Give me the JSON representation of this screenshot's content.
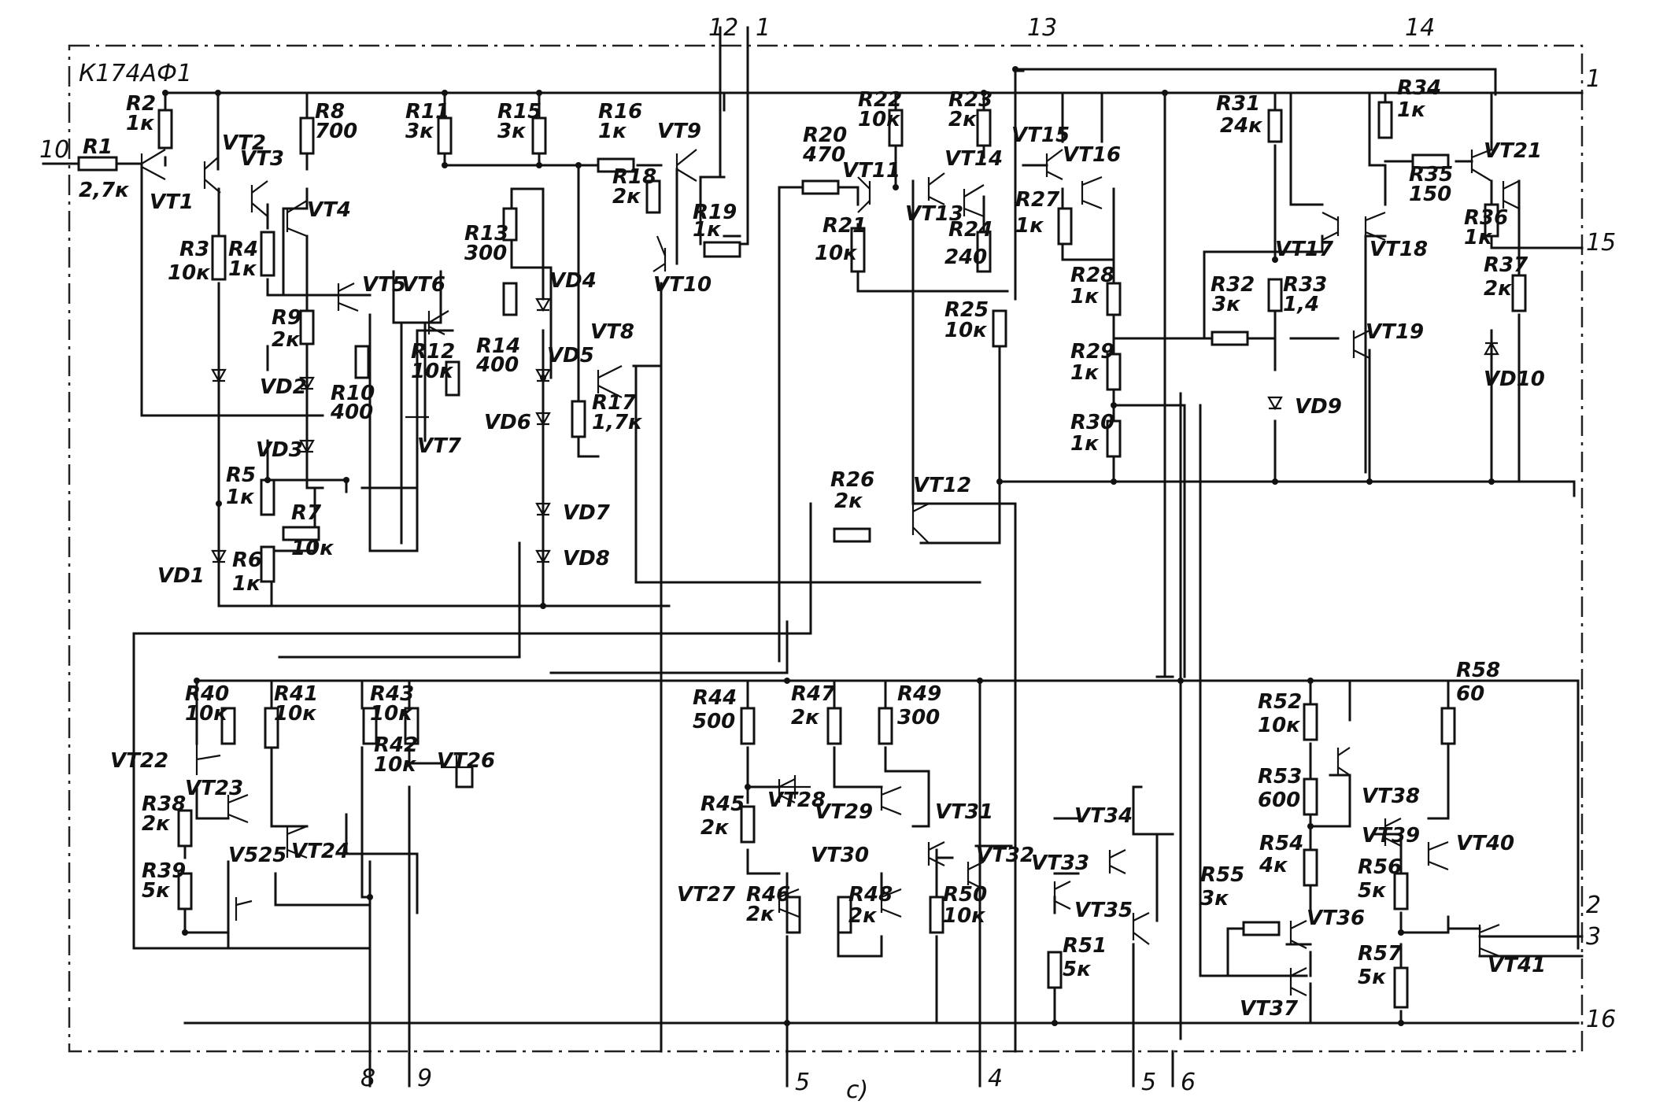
{
  "title": "К174АФ1",
  "caption": "с)",
  "pins": [
    "10",
    "12",
    "1",
    "13",
    "14",
    "1",
    "15",
    "8",
    "9",
    "5",
    "4",
    "5",
    "6",
    "2",
    "3",
    "16"
  ],
  "resistors": [
    {
      "name": "R1",
      "value": "2,7к"
    },
    {
      "name": "R2",
      "value": "1к"
    },
    {
      "name": "R3",
      "value": "10к"
    },
    {
      "name": "R4",
      "value": "1к"
    },
    {
      "name": "R5",
      "value": "1к"
    },
    {
      "name": "R6",
      "value": "1к"
    },
    {
      "name": "R7",
      "value": "10к"
    },
    {
      "name": "R8",
      "value": "700"
    },
    {
      "name": "R9",
      "value": "2к"
    },
    {
      "name": "R10",
      "value": "400"
    },
    {
      "name": "R11",
      "value": "3к"
    },
    {
      "name": "R12",
      "value": "10к"
    },
    {
      "name": "R13",
      "value": "300"
    },
    {
      "name": "R14",
      "value": "400"
    },
    {
      "name": "R15",
      "value": "3к"
    },
    {
      "name": "R16",
      "value": "1к"
    },
    {
      "name": "R17",
      "value": "1,7к"
    },
    {
      "name": "R18",
      "value": "2к"
    },
    {
      "name": "R19",
      "value": "1к"
    },
    {
      "name": "R20",
      "value": "470"
    },
    {
      "name": "R21",
      "value": "10к"
    },
    {
      "name": "R22",
      "value": "10к"
    },
    {
      "name": "R23",
      "value": "2к"
    },
    {
      "name": "R24",
      "value": "240"
    },
    {
      "name": "R25",
      "value": "10к"
    },
    {
      "name": "R26",
      "value": "2к"
    },
    {
      "name": "R27",
      "value": "1к"
    },
    {
      "name": "R28",
      "value": "1к"
    },
    {
      "name": "R29",
      "value": "1к"
    },
    {
      "name": "R30",
      "value": "1к"
    },
    {
      "name": "R31",
      "value": "24к"
    },
    {
      "name": "R32",
      "value": "3к"
    },
    {
      "name": "R33",
      "value": "1,4"
    },
    {
      "name": "R34",
      "value": "1к"
    },
    {
      "name": "R35",
      "value": "150"
    },
    {
      "name": "R36",
      "value": "1к"
    },
    {
      "name": "R37",
      "value": "2к"
    },
    {
      "name": "R38",
      "value": "2к"
    },
    {
      "name": "R39",
      "value": "5к"
    },
    {
      "name": "R40",
      "value": "10к"
    },
    {
      "name": "R41",
      "value": "10к"
    },
    {
      "name": "R42",
      "value": "10к"
    },
    {
      "name": "R43",
      "value": "10к"
    },
    {
      "name": "R44",
      "value": "500"
    },
    {
      "name": "R45",
      "value": "2к"
    },
    {
      "name": "R46",
      "value": "2к"
    },
    {
      "name": "R47",
      "value": "2к"
    },
    {
      "name": "R48",
      "value": "2к"
    },
    {
      "name": "R49",
      "value": "300"
    },
    {
      "name": "R50",
      "value": "10к"
    },
    {
      "name": "R51",
      "value": "5к"
    },
    {
      "name": "R52",
      "value": "10к"
    },
    {
      "name": "R53",
      "value": "600"
    },
    {
      "name": "R54",
      "value": "4к"
    },
    {
      "name": "R55",
      "value": "3к"
    },
    {
      "name": "R56",
      "value": "5к"
    },
    {
      "name": "R57",
      "value": "5к"
    },
    {
      "name": "R58",
      "value": "60"
    }
  ],
  "transistors": [
    "VT1",
    "VT2",
    "VT3",
    "VT4",
    "VT5",
    "VT6",
    "VT7",
    "VT8",
    "VT9",
    "VT10",
    "VT11",
    "VT12",
    "VT13",
    "VT14",
    "VT15",
    "VT16",
    "VT17",
    "VT18",
    "VT19",
    "VT21",
    "VT22",
    "VT23",
    "VT24",
    "V525",
    "VT26",
    "VT27",
    "VT28",
    "VT29",
    "VT30",
    "VT31",
    "VT32",
    "VT33",
    "VT34",
    "VT35",
    "VT36",
    "VT37",
    "VT38",
    "VT39",
    "VT40",
    "VT41"
  ],
  "diodes": [
    "VD1",
    "VD2",
    "VD3",
    "VD4",
    "VD5",
    "VD6",
    "VD7",
    "VD8",
    "VD9",
    "VD10"
  ]
}
